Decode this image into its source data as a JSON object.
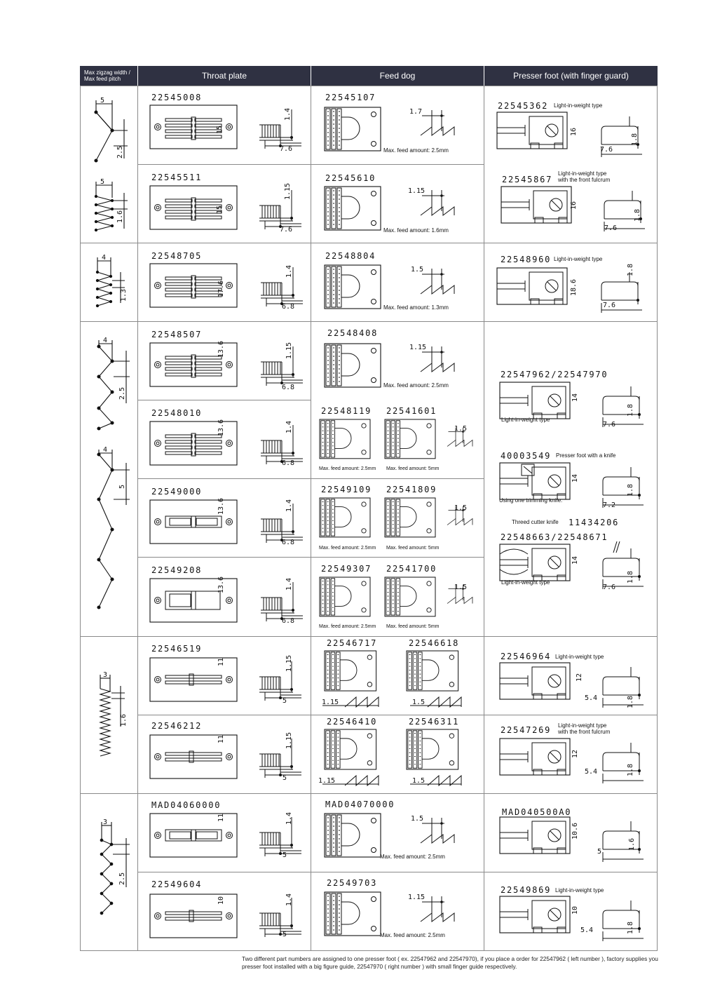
{
  "header": {
    "col0": "Max zigzag width / Max feed pitch",
    "col1": "Throat plate",
    "col2": "Feed dog",
    "col3": "Presser foot (with finger guard)"
  },
  "zigzag": {
    "g1a_w": "5",
    "g1a_p": "2.5",
    "g1b_w": "5",
    "g1b_p": "1.6",
    "g2_w": "4",
    "g2_p": "1.3",
    "g3a_w": "4",
    "g3a_p": "2.5",
    "g3b_w": "4",
    "g3b_p": "5",
    "g4_w": "3",
    "g4_p": "1.6",
    "g5_w": "3",
    "g5_p": "2.5"
  },
  "throat": [
    {
      "pn": "22545008",
      "w": "15",
      "h": "1.4",
      "s": "7.6"
    },
    {
      "pn": "22545511",
      "w": "15",
      "h": "1.15",
      "s": "7.6"
    },
    {
      "pn": "22548705",
      "w": "17.6",
      "h": "1.4",
      "s": "6.8"
    },
    {
      "pn": "22548507",
      "w": "13.6",
      "h": "1.15",
      "s": "6.8"
    },
    {
      "pn": "22548010",
      "w": "13.6",
      "h": "1.4",
      "s": "6.8"
    },
    {
      "pn": "22549000",
      "w": "13.6",
      "h": "1.4",
      "s": "6.8"
    },
    {
      "pn": "22549208",
      "w": "13.6",
      "h": "1.4",
      "s": "6.8"
    },
    {
      "pn": "22546519",
      "w": "11",
      "h": "1.15",
      "s": "5"
    },
    {
      "pn": "22546212",
      "w": "11",
      "h": "1.15",
      "s": "5"
    },
    {
      "pn": "MAD04060000",
      "w": "11",
      "h": "1.4",
      "s": "5"
    },
    {
      "pn": "22549604",
      "w": "10",
      "h": "1.4",
      "s": "5"
    }
  ],
  "feed": {
    "f1": {
      "pn": "22545107",
      "t": "1.7",
      "max": "Max. feed amount: 2.5mm"
    },
    "f2": {
      "pn": "22545610",
      "t": "1.15",
      "max": "Max. feed amount: 1.6mm"
    },
    "f3": {
      "pn": "22548804",
      "t": "1.5",
      "max": "Max. feed amount: 1.3mm"
    },
    "f4": {
      "pn": "22548408",
      "t": "1.15",
      "max": "Max. feed amount: 2.5mm"
    },
    "f5": {
      "pnA": "22548119",
      "pnB": "22541601",
      "t": "1.5",
      "maxA": "Max. feed amount: 2.5mm",
      "maxB": "Max. feed amount: 5mm"
    },
    "f6": {
      "pnA": "22549109",
      "pnB": "22541809",
      "t": "1.5",
      "maxA": "Max. feed amount: 2.5mm",
      "maxB": "Max. feed amount: 5mm"
    },
    "f7": {
      "pnA": "22549307",
      "pnB": "22541700",
      "t": "1.5",
      "maxA": "Max. feed amount: 2.5mm",
      "maxB": "Max. feed amount: 5mm"
    },
    "f8": {
      "pnA": "22546717",
      "pnB": "22546618",
      "tA": "1.15",
      "tB": "1.5"
    },
    "f9": {
      "pnA": "22546410",
      "pnB": "22546311",
      "tA": "1.15",
      "tB": "1.5"
    },
    "f10": {
      "pn": "MAD04070000",
      "t": "1.5",
      "max": "Max. feed amount: 2.5mm"
    },
    "f11": {
      "pn": "22549703",
      "t": "1.15",
      "max": "Max. feed amount: 2.5mm"
    }
  },
  "presser": {
    "p1": {
      "pn": "22545362",
      "cap": "Light-in-weight type",
      "w": "16",
      "s": "7.6",
      "h": "1.8"
    },
    "p2": {
      "pn": "22545867",
      "cap1": "Light-in-weight type",
      "cap2": "with the front fulcrum",
      "w": "16",
      "s": "7.6",
      "h": "1.8"
    },
    "p3": {
      "pn": "22548960",
      "cap": "Light-in-weight type",
      "w": "18.6",
      "s": "7.6",
      "h": "1.8"
    },
    "p4": {
      "pn": "22547962/22547970",
      "cap": "Light-in-weight type",
      "w": "14",
      "s": "7.6",
      "h": "1.8"
    },
    "p5": {
      "pn": "40003549",
      "cap": "Presser foot with a knife",
      "cap2": "Using one trimming knife.",
      "w": "14",
      "s": "7.2",
      "h": "1.8"
    },
    "p6": {
      "cutter_label": "Threed cutter knife",
      "cutter_pn": "11434206",
      "pn": "22548663/22548671",
      "cap": "Light-in-weight type",
      "w": "14",
      "s": "7.6",
      "h": "1.8"
    },
    "p7": {
      "pn": "22546964",
      "cap": "Light-in-weight type",
      "w": "12",
      "s": "5.4",
      "h": "1.8"
    },
    "p8": {
      "pn": "22547269",
      "cap1": "Light-in-weight type",
      "cap2": "with the front fulcrum",
      "w": "12",
      "s": "5.4",
      "h": "1.8"
    },
    "p9": {
      "pn": "MAD040500A0",
      "w": "10.6",
      "s": "5",
      "h": "1.6"
    },
    "p10": {
      "pn": "22549869",
      "cap": "Light-in-weight type",
      "w": "10",
      "s": "5.4",
      "h": "1.8"
    }
  },
  "note": "Two different part numbers are assigned to one presser foot ( ex. 22547962 and 22547970), if you place a order for 22547962 ( left number ), factory supplies you presser foot installed  with a big figure guide, 22547970 ( right number ) with small finger guide respectively."
}
